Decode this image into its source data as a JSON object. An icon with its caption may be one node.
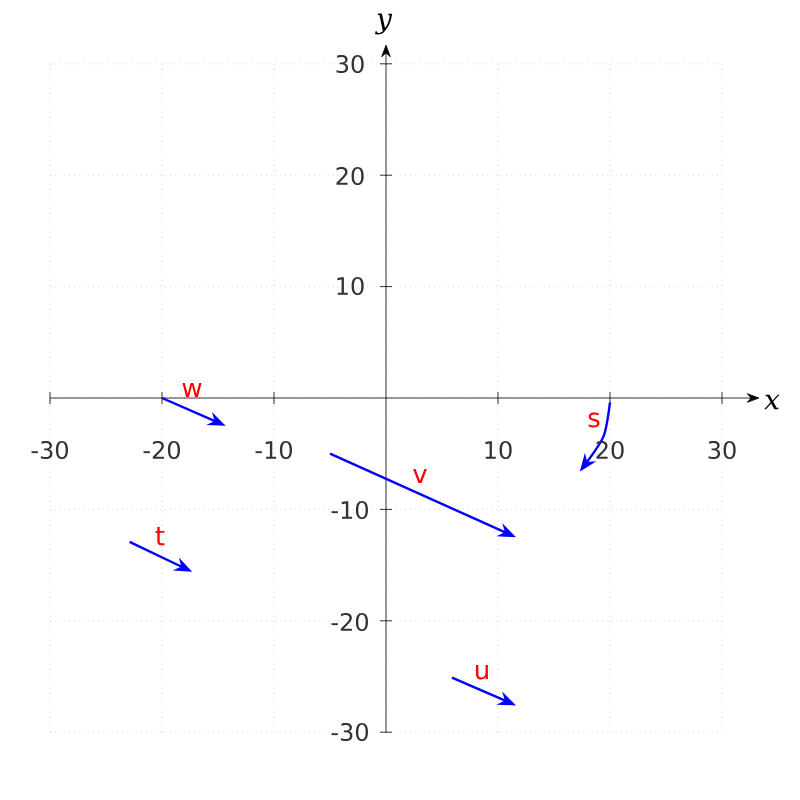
{
  "diagram": {
    "labels": [
      "y",
      "30",
      "20",
      "10",
      "w",
      "-30",
      "-20",
      "-10",
      "10",
      "20",
      "30",
      "x",
      "s",
      "v",
      "-10",
      "t",
      "-20",
      "u",
      "-30"
    ]
  }
}
